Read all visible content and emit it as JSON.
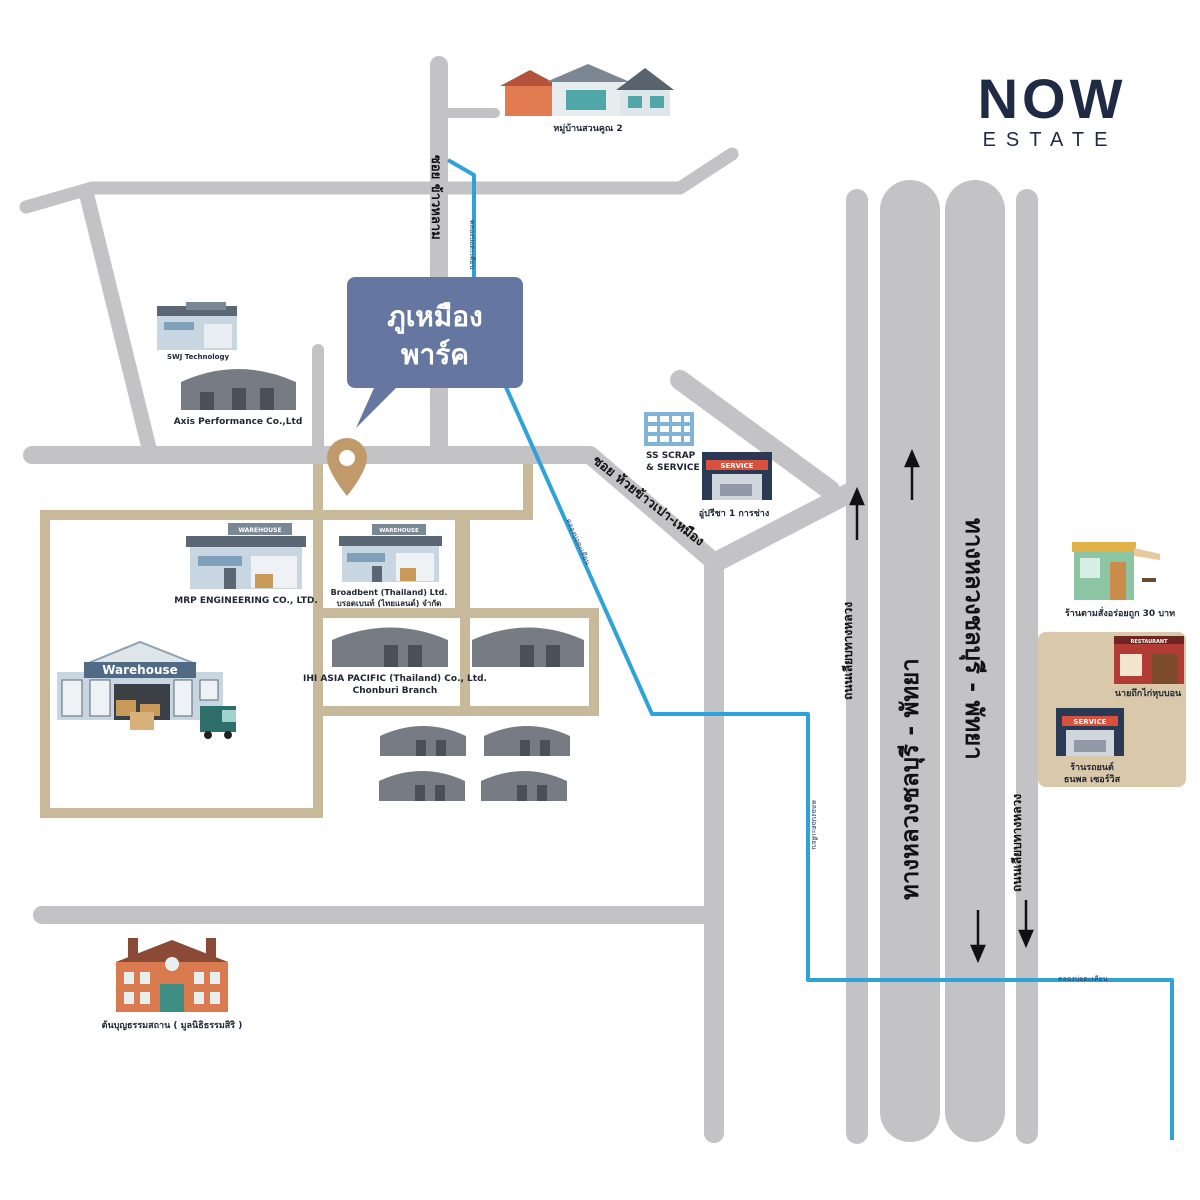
{
  "brand": {
    "logo_text": "NOW",
    "logo_subtext": "ESTATE",
    "color": "#1f2a44"
  },
  "colors": {
    "road": "#c3c3c5",
    "canal": "#2fa3d9",
    "plot_border": "#c8b99a",
    "project_callout": "#6577a0",
    "pin": "#c19a6b",
    "shop_panel": "#d9c8aa"
  },
  "project": {
    "line1": "ภูเหมือง",
    "line2": "พาร์ค"
  },
  "roads": {
    "soi_khao_lam": "ซอย ข้าวหลาม",
    "soi_huai_khao_phu_mueang": "ซอย ห้วยข้าวเปา-เหมือง",
    "highway_up": "ทางหลวงชลบุรี - พัทยา",
    "highway_down": "ทางหลวงชลบุรี - พัทยา",
    "frontage_left": "ถนนเลียบทางหลวง",
    "frontage_right": "ถนนเลียบทางหลวง"
  },
  "canals": {
    "top": "คลองบ่อตะเคียน",
    "middle": "คลองบ่อตะเคียน",
    "lower": "คลองบ่อตะเคียน",
    "bottom_right": "คลองบ่อตะเคียน"
  },
  "places": {
    "village": "หมู่บ้านสวนคูณ 2",
    "swj": "SWJ Technology",
    "axis": "Axis Performance Co.,Ltd",
    "mrp": "MRP ENGINEERING CO., LTD.",
    "broadbent_en": "Broadbent (Thailand) Ltd.",
    "broadbent_th": "บรอดเบนท์ (ไทยแลนด์) จำกัด",
    "ihi_line1": "IHI ASIA PACIFIC (Thailand) Co., Ltd.",
    "ihi_line2": "Chonburi Branch",
    "ss_scrap_line1": "SS SCRAP",
    "ss_scrap_line2": "& SERVICE",
    "garage": "อู่ปรีชา 1 การช่าง",
    "temple": "ต้นบุญธรรมสถาน ( มูลนิธิธรรมสิริ )",
    "shop_cafe": "ร้านตามสั่งอร่อยถูก 30 บาท",
    "shop_restaurant": "นายถึกไก่หุบบอน",
    "shop_car_line1": "ร้านรถยนต์",
    "shop_car_line2": "ธนพล เซอร์วิส"
  },
  "building_signs": {
    "warehouse_big": "Warehouse",
    "warehouse_small": "WAREHOUSE",
    "service": "SERVICE",
    "restaurant": "RESTAURANT"
  }
}
